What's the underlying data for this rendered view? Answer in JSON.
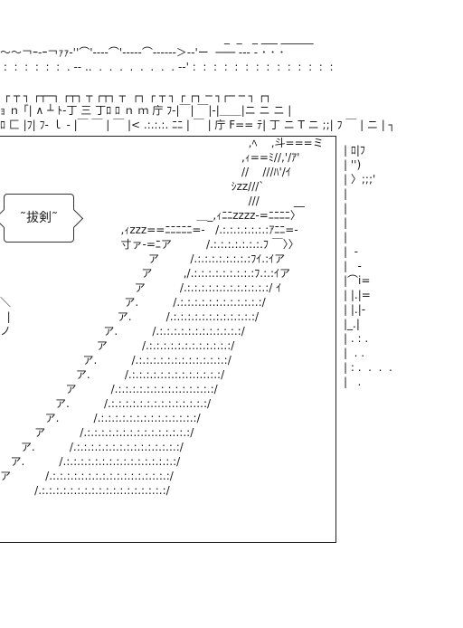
{
  "art": {
    "top_lines": [
      "                                                                 _  _   _ ___ ______",
      "～～￢ｰ‐ｰ￢ｧｧ‐''⌒'‐-‐‐⌒'‐-‐-‐⌒‐-‐‐‐‐＞-‐'ー  ─── ‐‐‐ ‐ ･ ･ ･",
      " :  :  :  :  :  :  . -‐ ..  .  .  .  .  .  .  .  . -‐' :  :  :  :  :  :  :  :  :  :  :  :  :  :",
      "                                                                         ",
      " ┌ ┬ ┐ ┌┬─┐ ┌┬┐ ┬ ┌┬┐ ┬  ┌┐ ┌ ┬ ┐ ┌ ┌┐ ─ ┐┌─ ─ ┐ ┌┐",
      "ｮ ｎ ｢| ∧ ┴ ﾄ‐丁 三 丁ﾛ ﾛ ｎ ｍ 庁 ﾌ‐|￣| ￣|‐|＿＿|ニ ニ ニ |",
      "ﾛ 匚 |ﾌ| ﾌ‐ ｌ ‐ |￣ ￣ | ￣ |< .:.:.:. ﾆﾆ | ￣ | 庁 F== ﾃ| 丁 ニ T ニ ;;| ﾌ ￣ | ニ | ┐"
    ],
    "panel_lines": [
      "                                                                        ,ﾍ    ,斗===ミ",
      "                                                                      ,ｨ==ﾐ//,'/ｱ'",
      "                                                                      //    ///ﾊ'/ｲ",
      "                                                                   ｼzz///`",
      "                                                                        ///          __",
      "                                                         ＿_,ｨﾆﾆzzzz-=ﾆﾆﾆﾆ〉",
      "                                   ,ｨzzz==ﾆﾆﾆﾆﾆ=-   /.:.:.:.:.:.:.:ｱﾆﾆ=-",
      "                                   寸ァ-=ﾆア          /.:.:.:.:.:.:.:.ﾌ ￣〉〉",
      "                                           ア         /.:.:.:.:.:.:.:.:ﾌｲ.:ｲア",
      "                                         ア         ,/.:.:.:.:.:.:.:.:.:ﾌ.:.:ｲア",
      "                                       ア          /.:.:.:.:.:.:.:.:.:.:.:.:/ ｲ",
      "                                    ア.          /.:.:.:.:.:.:.:.:.:.:.:.:/",
      "                                  ア.          /.:.:.:.:.:.:.:.:.:.:.:.:/",
      "                              ア.          /.:.:.:.:.:.:.:.:.:.:.:.:/",
      "                            ア          /.:.:.:.:.:.:.:.:.:.:.:.:/",
      "                        ア.          /.:.:.:.:.:.:.:.:.:.:.:.:.:/",
      "                      ア.          /.:.:.:.:.:.:.:.:.:.:.:.:.:/",
      "                   ア          /.:.:.:.:.:.:.:.:.:.:.:.:.:.:/",
      "                ア.          /.:.:.:.:.:.:.:.:.:.:.:.:.:.:/",
      "             ア.          /.:.:.:.:.:.:.:.:.:.:.:.:.:.:/",
      "          ア          /.:.:.:.:.:.:.:.:.:.:.:.:.:.:.:/",
      "      ア.          /.:.:.:.:.:.:.:.:.:.:.:.:.:.:.:/",
      "   ア.          /.:.:.:.:.:.:.:.:.:.:.:.:.:.:.:.:/",
      "ア          /.:.:.:.:.:.:.:.:.:.:.:.:.:.:.:.:.:/",
      "          /.:.:.:.:.:.:.:.:.:.:.:.:.:.:.:.:.:.:/"
    ],
    "side_lines": [
      "| ﾛ|ﾌ",
      "| '')",
      "| 〉;;;'",
      "|",
      "|",
      "|",
      "|",
      "|  -",
      "|   -",
      "|⌒i=",
      "| |.|=",
      "| |.|-",
      "|_.|",
      "| . : .",
      "|  . .",
      "| : .  .  .  .",
      "|   ."
    ],
    "left_edge": [
      "＼",
      "  |",
      "ノ"
    ],
    "sign": {
      "text": "˜拔剣˜"
    }
  }
}
